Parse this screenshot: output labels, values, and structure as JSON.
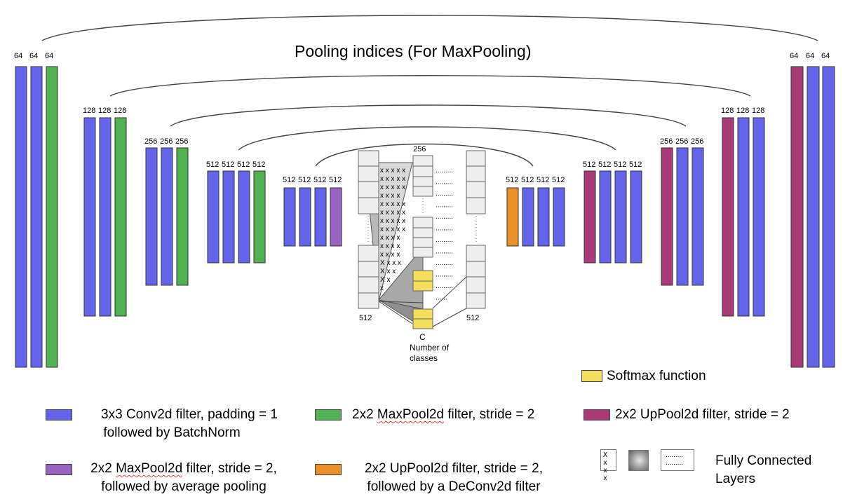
{
  "title": "Pooling indices (For MaxPooling)",
  "colors": {
    "conv": "#6464ea",
    "maxpool": "#52b152",
    "uppool": "#a83a78",
    "maxpool_avg": "#9a62c2",
    "uppool_deconv": "#e8912a",
    "softmax": "#f4de5e",
    "fc_cell": "#eeeeee"
  },
  "encoder_labels": {
    "s1": [
      "64",
      "64",
      "64"
    ],
    "s2": [
      "128",
      "128",
      "128"
    ],
    "s3": [
      "256",
      "256",
      "256"
    ],
    "s4": [
      "512",
      "512",
      "512",
      "512"
    ],
    "s5": [
      "512",
      "512",
      "512",
      "512"
    ]
  },
  "decoder_labels": {
    "s5": [
      "512",
      "512",
      "512",
      "512"
    ],
    "s4": [
      "512",
      "512",
      "512",
      "512"
    ],
    "s3": [
      "256",
      "256",
      "256"
    ],
    "s2": [
      "128",
      "128",
      "128"
    ],
    "s1": [
      "64",
      "64",
      "64"
    ]
  },
  "fc": {
    "label_256": "256",
    "label_512_left": "512",
    "label_512_right": "512",
    "c_label": "C",
    "num_classes_line1": "Number of",
    "num_classes_line2": "classes",
    "x_rows": [
      "x x x x x",
      "x x x x x",
      "x x x x x",
      "x x x x",
      "x x x x x",
      "x x x x x",
      "x x x x x",
      "x x x x x",
      "x x x x",
      "x x x x",
      "x x x x",
      "X x x x",
      "X x x",
      "X x",
      "x"
    ],
    "dots": "........."
  },
  "softmax_label": "Softmax function",
  "legend": {
    "conv_line1": "3x3 Conv2d filter, padding = 1",
    "conv_line2": "followed by BatchNorm",
    "maxpool_pre": "2x2 ",
    "maxpool_word": "MaxPool2d",
    "maxpool_post": " filter, stride = 2",
    "uppool": "2x2 UpPool2d filter, stride = 2",
    "maxpool_avg_pre": "2x2 ",
    "maxpool_avg_word": "MaxPool2d",
    "maxpool_avg_post": " filter, stride = 2,",
    "maxpool_avg_line2": "followed by average pooling",
    "uppool_deconv_line1": "2x2 UpPool2d filter, stride = 2,",
    "uppool_deconv_line2": "followed by a DeConv2d filter",
    "fc_icon_text_top": "X x",
    "fc_icon_text_bottom": "x x",
    "fc_icon_dots_top": ".........",
    "fc_icon_dots_bottom": ".........",
    "fc_line1": "Fully Connected",
    "fc_line2": "Layers"
  }
}
